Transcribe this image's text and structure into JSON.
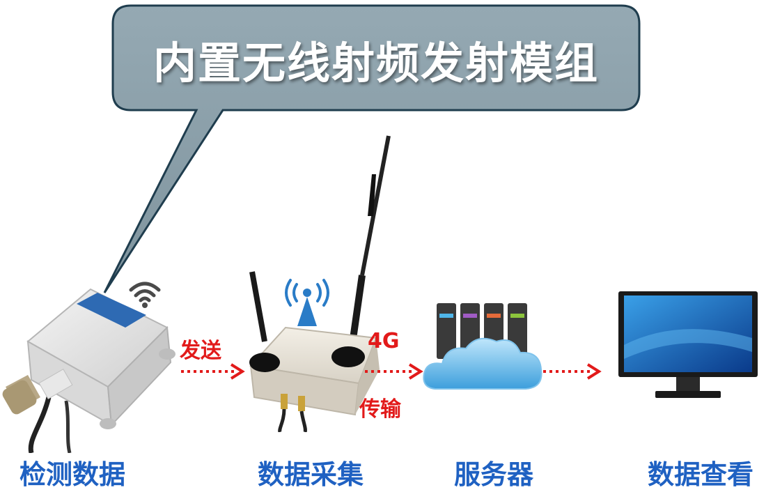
{
  "callout": {
    "text": "内置无线射频发射模组"
  },
  "stages": [
    {
      "label": "检测数据"
    },
    {
      "label": "数据采集"
    },
    {
      "label": "服务器"
    },
    {
      "label": "数据查看"
    }
  ],
  "arrows": [
    {
      "label_top": "发送",
      "label_bottom": ""
    },
    {
      "label_top": "4G",
      "label_bottom": "传输"
    },
    {
      "label_top": "",
      "label_bottom": ""
    }
  ],
  "colors": {
    "callout_fill": "#8a9ea8",
    "callout_border": "#1f3d4e",
    "label_blue": "#1f61c2",
    "arrow_red": "#e21a1a"
  },
  "icons": [
    "wifi-icon",
    "antenna-signal-icon",
    "server-rack-icon",
    "cloud-icon",
    "monitor-icon"
  ]
}
